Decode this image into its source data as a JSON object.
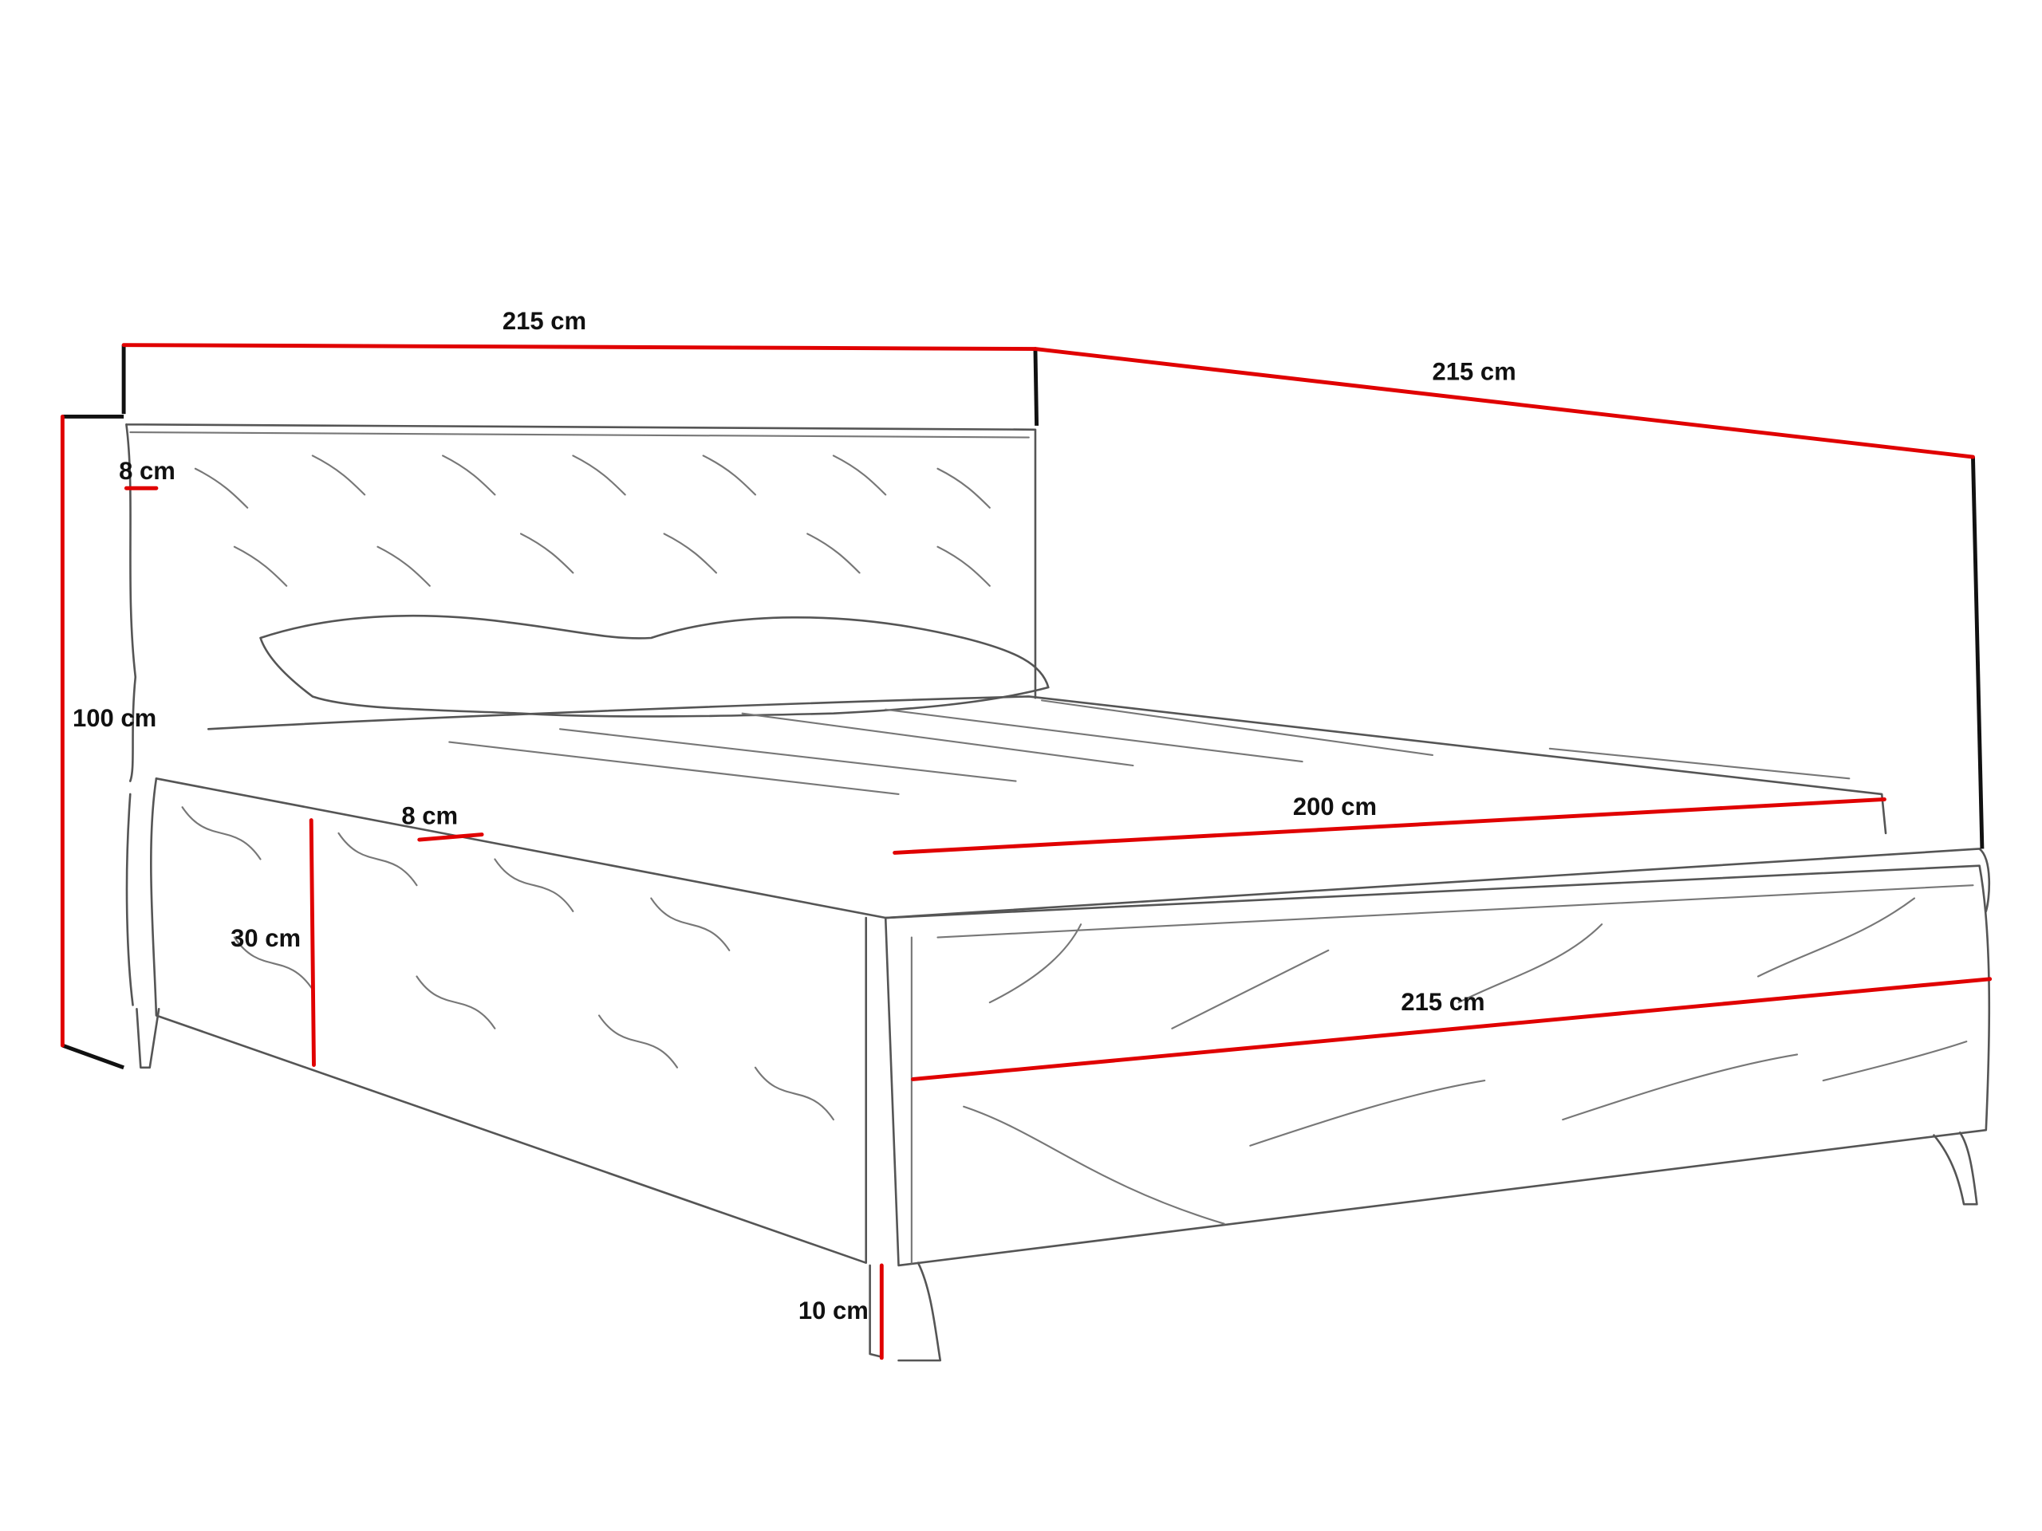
{
  "title": "Bed dimensions sketch",
  "colors": {
    "dimension_line": "#e00000",
    "extension_line": "#111111",
    "sketch": "#555555"
  },
  "dimensions": {
    "headboard_width": "215 cm",
    "bed_length": "215 cm",
    "headboard_thickness": "8 cm",
    "total_height": "100 cm",
    "frame_thickness": "8 cm",
    "mattress_length": "200 cm",
    "frame_height": "30 cm",
    "footboard_width": "215 cm",
    "leg_height": "10 cm"
  }
}
